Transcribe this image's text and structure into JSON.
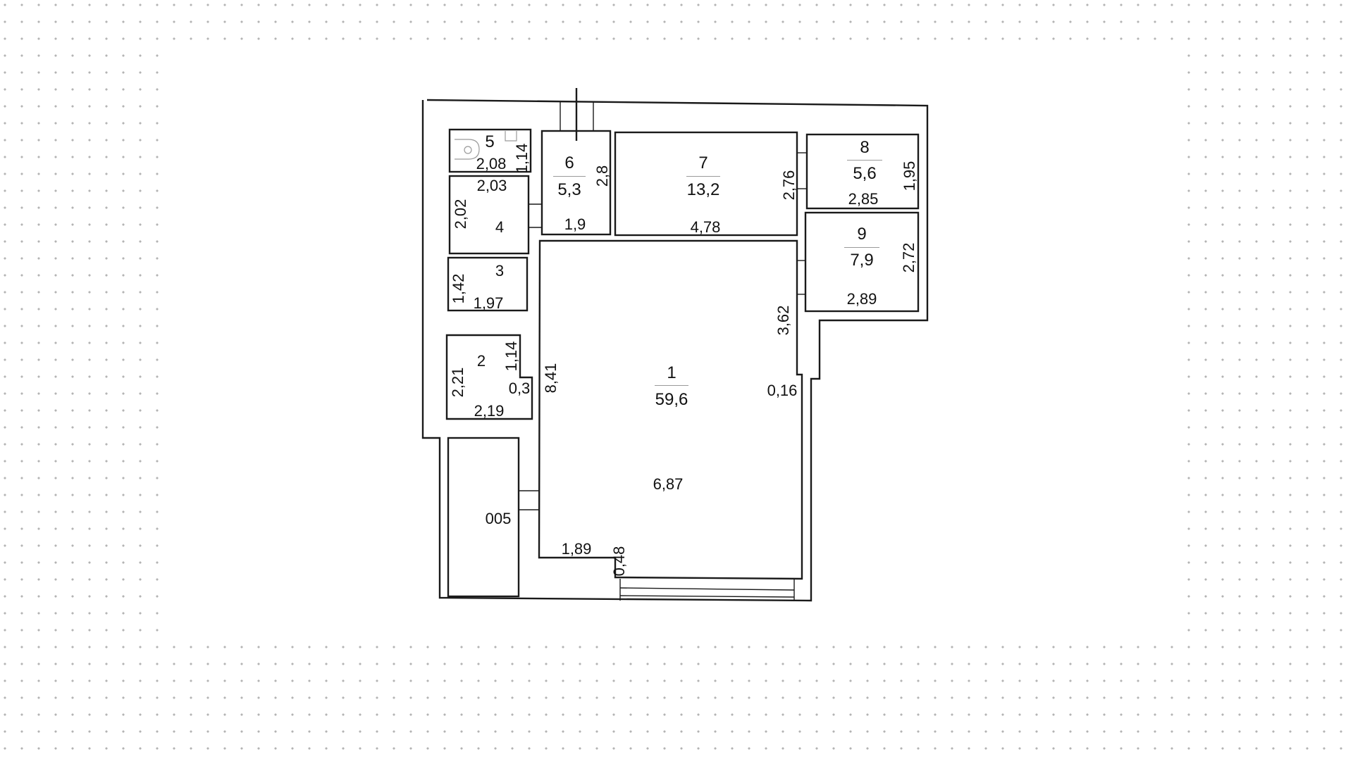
{
  "plan": {
    "rooms": [
      {
        "id": "1",
        "number": "1",
        "area": "59,6"
      },
      {
        "id": "2",
        "number": "2"
      },
      {
        "id": "3",
        "number": "3"
      },
      {
        "id": "4",
        "number": "4"
      },
      {
        "id": "5",
        "number": "5"
      },
      {
        "id": "6",
        "number": "6",
        "area": "5,3"
      },
      {
        "id": "7",
        "number": "7",
        "area": "13,2"
      },
      {
        "id": "8",
        "number": "8",
        "area": "5,6"
      },
      {
        "id": "9",
        "number": "9",
        "area": "7,9"
      },
      {
        "id": "005",
        "number": "005"
      }
    ],
    "dimensions": {
      "r5_width": "2,08",
      "r5_height": "1,14",
      "r4_width": "2,03",
      "r4_height": "2,02",
      "r3_height": "1,42",
      "r3_width": "1,97",
      "r2_height_left": "2,21",
      "r2_height_right": "1,14",
      "r2_step": "0,3",
      "r2_width": "2,19",
      "r6_height": "2,8",
      "r6_width": "1,9",
      "r7_height": "2,76",
      "r7_width": "4,78",
      "r8_height": "1,95",
      "r8_width": "2,85",
      "r9_height": "2,72",
      "r9_width": "2,89",
      "r1_right_upper": "3,62",
      "r1_right_step": "0,16",
      "r1_left": "8,41",
      "r1_width": "6,87",
      "r1_bottom_left": "1,89",
      "r1_bottom_step": "0,48"
    }
  }
}
